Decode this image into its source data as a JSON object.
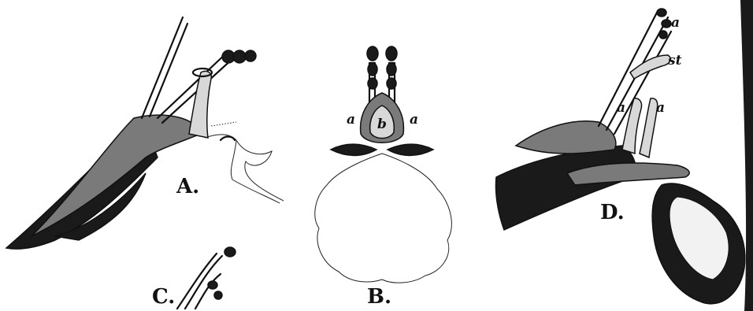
{
  "figure": {
    "panel_labels": {
      "A": "A.",
      "B": "B.",
      "C": "C.",
      "D": "D."
    },
    "part_labels": {
      "b_a_left": "a",
      "b_a_right": "a",
      "b_center": "b",
      "d_a_top": "a",
      "d_st": "st",
      "d_a_left": "a",
      "d_a_right": "a"
    }
  }
}
